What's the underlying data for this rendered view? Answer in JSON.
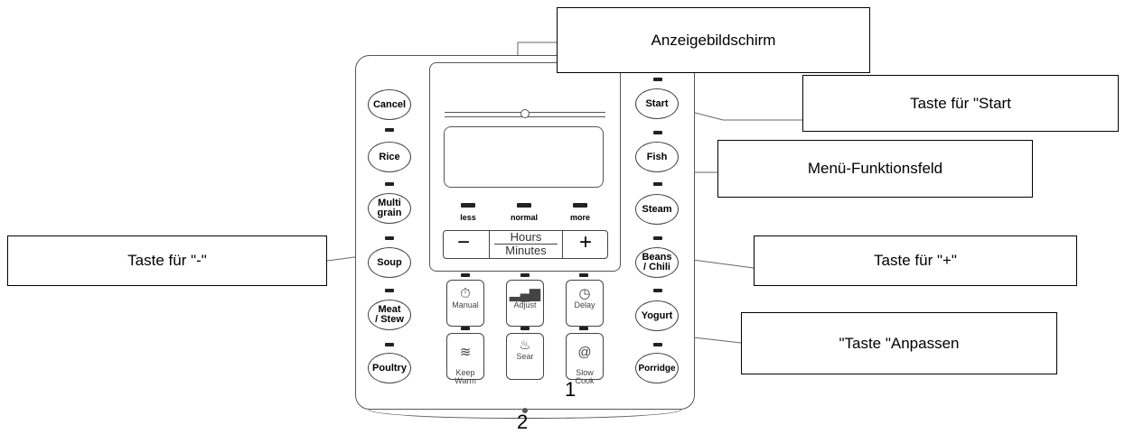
{
  "callouts": {
    "display": "Anzeigebildschirm",
    "start": "Taste für \"Start",
    "menu": "Menü-Funktionsfeld",
    "minus": "Taste für \"-\"",
    "plus": "Taste für \"+\"",
    "adjust": "\"Taste \"Anpassen"
  },
  "left_buttons": [
    "Cancel",
    "Rice",
    "Multi\ngrain",
    "Soup",
    "Meat\n/ Stew",
    "Poultry"
  ],
  "right_buttons": [
    "Start",
    "Fish",
    "Steam",
    "Beans\n/ Chili",
    "Yogurt",
    "Porridge"
  ],
  "indicators": {
    "less": "less",
    "normal": "normal",
    "more": "more"
  },
  "time_control": {
    "minus": "−",
    "plus": "+",
    "hours": "Hours",
    "minutes": "Minutes"
  },
  "function_buttons": {
    "manual": "Manual",
    "adjust": "Adjust",
    "delay": "Delay",
    "keep_warm": "Keep\nWarm",
    "sear": "Sear",
    "slow_cook": "Slow\nCook"
  },
  "numbers": {
    "one": "1",
    "two": "2"
  }
}
